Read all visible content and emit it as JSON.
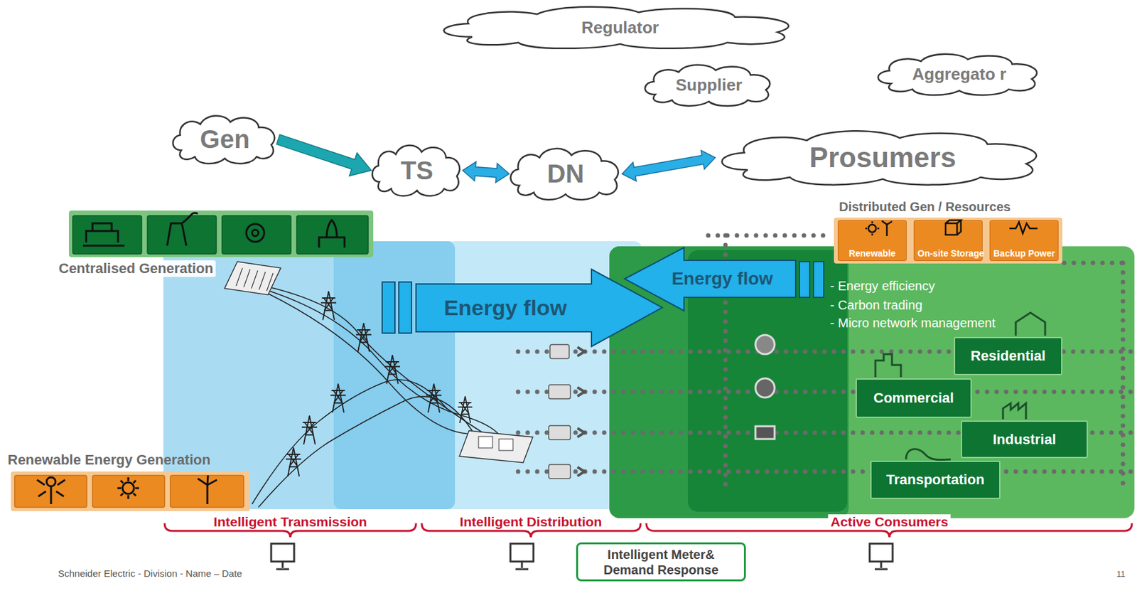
{
  "diagram": {
    "nodes": [
      {
        "text": [
          "Regulator"
        ]
      },
      {
        "text": [
          "Supplier"
        ]
      },
      {
        "text": [
          "Aggregato r"
        ]
      },
      {
        "text": [
          "Gen"
        ]
      },
      {
        "text": [
          "TS"
        ]
      },
      {
        "text": [
          "DN"
        ]
      },
      {
        "text": [
          "Prosumers"
        ]
      },
      {
        "text": [
          "Distributed Gen / Resources"
        ]
      },
      {
        "text": [
          "Renewable"
        ],
        "in": 7
      },
      {
        "text": [
          "On-site Storage"
        ],
        "in": 7
      },
      {
        "text": [
          "Backup Power"
        ],
        "in": 7
      },
      {
        "text": [
          "Centralised Generation"
        ]
      },
      {
        "text": [
          "Energy flow"
        ]
      },
      {
        "text": [
          "Energy flow"
        ]
      },
      {
        "text": [
          "Residential"
        ]
      },
      {
        "text": [
          "Commercial"
        ]
      },
      {
        "text": [
          "Industrial"
        ]
      },
      {
        "text": [
          "Transportation"
        ]
      },
      {
        "text": [
          "Renewable Energy Generation"
        ]
      },
      {
        "text": [
          "Intelligent Meter& Demand Response"
        ]
      }
    ],
    "edges": [
      {
        "from": 3,
        "to": 4,
        "arrow": "to"
      },
      {
        "from": 4,
        "to": 5,
        "arrow": "both"
      },
      {
        "from": 5,
        "to": 6,
        "arrow": "both"
      }
    ],
    "labels": [
      "- Energy efficiency",
      "- Carbon trading",
      "- Micro network management",
      "Intelligent Transmission",
      "Intelligent Distribution",
      "Active Consumers",
      "Schneider Electric - Division - Name – Date",
      "11"
    ]
  }
}
